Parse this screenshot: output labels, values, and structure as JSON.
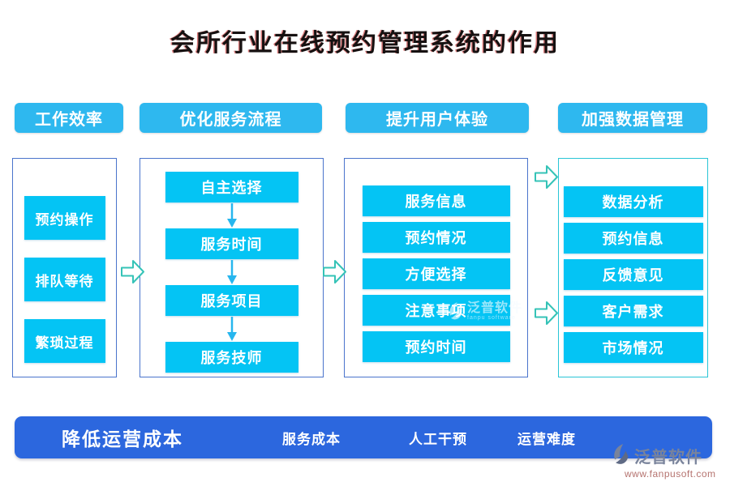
{
  "title": "会所行业在线预约管理系统的作用",
  "columns": [
    {
      "header": "工作效率",
      "items": [
        "预约操作",
        "排队等待",
        "繁琐过程"
      ]
    },
    {
      "header": "优化服务流程",
      "items": [
        "自主选择",
        "服务时间",
        "服务项目",
        "服务技师"
      ]
    },
    {
      "header": "提升用户体验",
      "items": [
        "服务信息",
        "预约情况",
        "方便选择",
        "注意事项",
        "预约时间"
      ]
    },
    {
      "header": "加强数据管理",
      "items": [
        "数据分析",
        "预约信息",
        "反馈意见",
        "客户需求",
        "市场情况"
      ]
    }
  ],
  "bottom_bar": {
    "title": "降低运营成本",
    "items": [
      "服务成本",
      "人工干预",
      "运营难度"
    ]
  },
  "watermark_center": {
    "brand": "泛普软件",
    "subtext": "fanpu software"
  },
  "brand_footer": {
    "name": "泛普软件",
    "url": "www.fanpusoft.com"
  },
  "colors": {
    "header_bg": "#2eb8ef",
    "box_bg": "#04c4f4",
    "container_border": "#4a74cc",
    "container4_border": "#29c5d6",
    "flow_arrow": "#27b6ee",
    "block_arrow_stroke": "#35c3b7",
    "bar_bg": "#2c67de",
    "title_color": "#161111"
  }
}
